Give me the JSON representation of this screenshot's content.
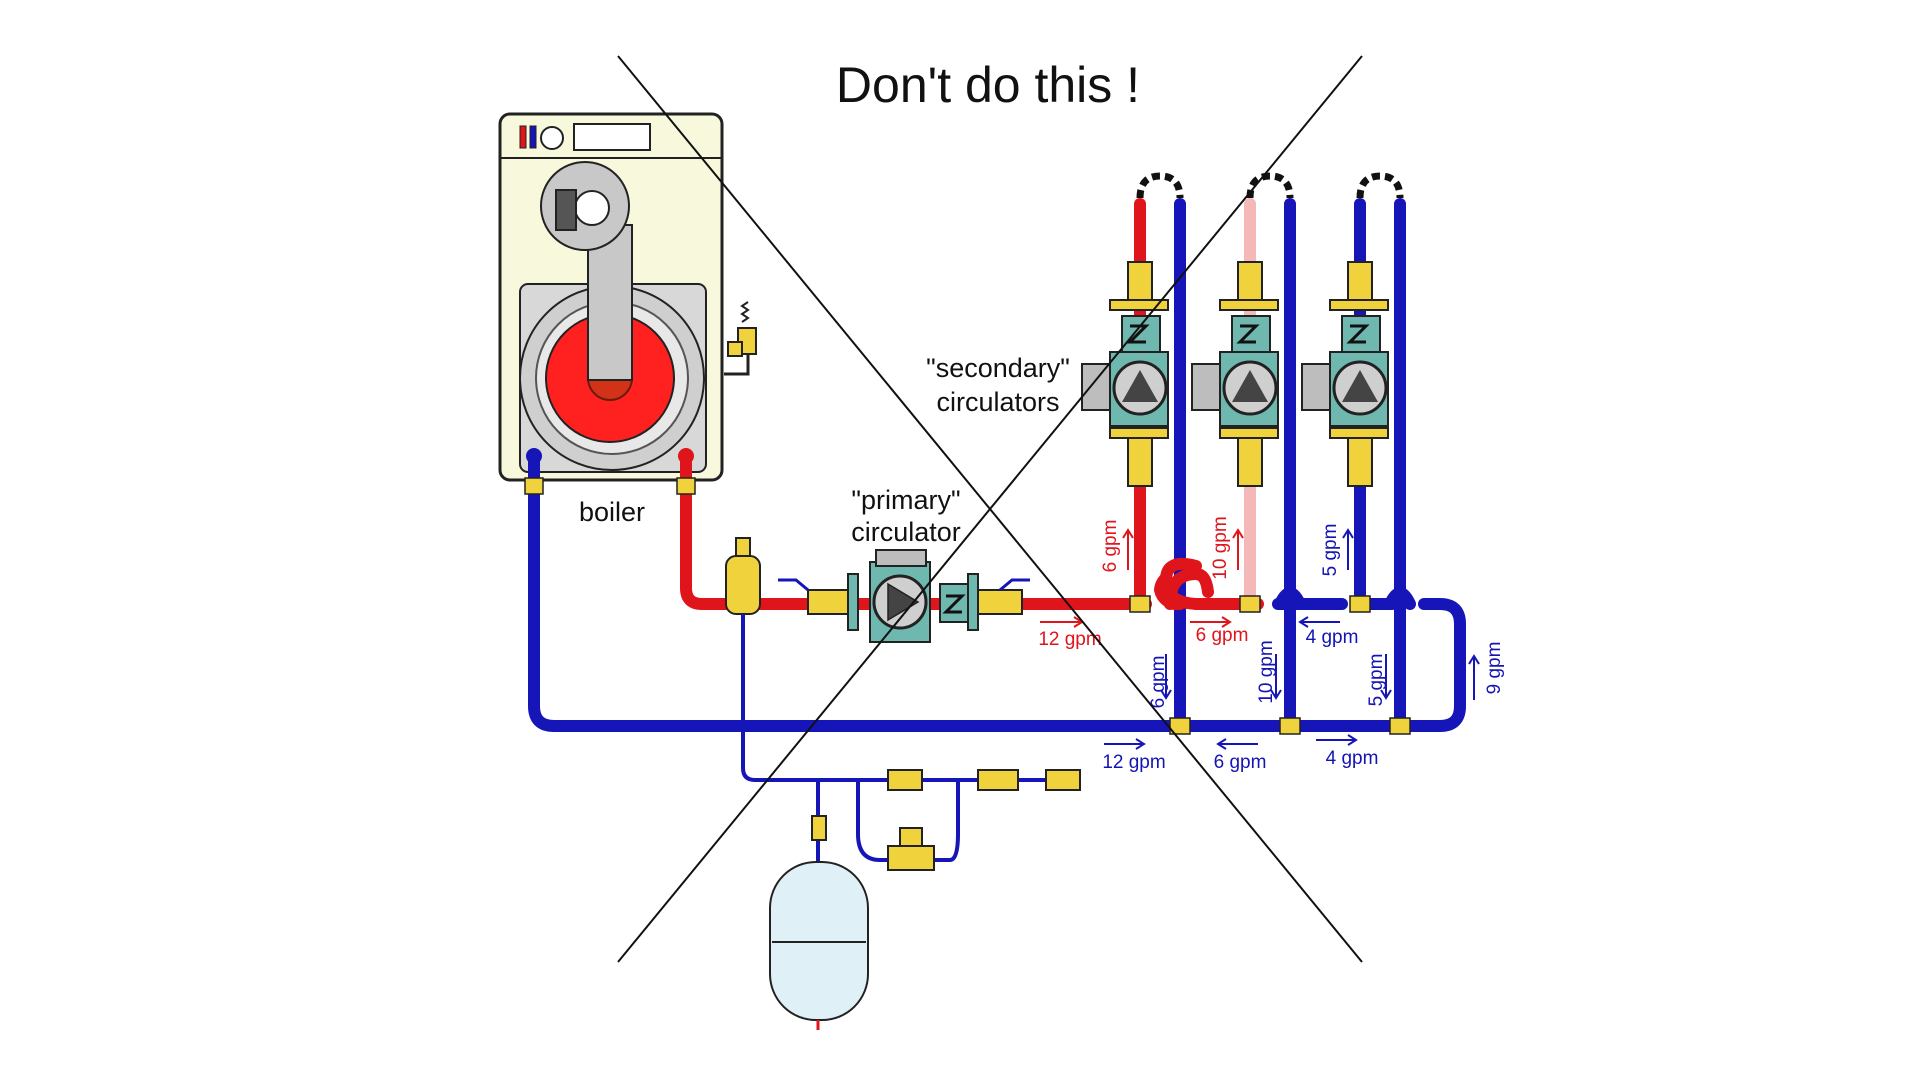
{
  "title": "Don't do this !",
  "labels": {
    "boiler": "boiler",
    "primary_line1": "\"primary\"",
    "primary_line2": "circulator",
    "secondary_line1": "\"secondary\"",
    "secondary_line2": "circulators"
  },
  "flows": {
    "supply_main": "12 gpm",
    "supply_mid": "6 gpm",
    "supply_end": "4 gpm",
    "return_main": "12 gpm",
    "return_mid": "6 gpm",
    "return_end": "4 gpm",
    "riser1_supply": "6 gpm",
    "riser2_supply": "10 gpm",
    "riser3_supply": "5 gpm",
    "riser1_return": "6 gpm",
    "riser2_return": "10 gpm",
    "riser3_return": "5 gpm",
    "loop_return": "9 gpm"
  },
  "colors": {
    "hot_pipe": "#e0141b",
    "warm_pipe": "#f5b8b8",
    "cold_pipe": "#1515b8",
    "brass": "#f0d23c",
    "pump_body": "#6fb8b0",
    "boiler_cabinet": "#f8f8dc",
    "tank": "#dff0f6"
  }
}
